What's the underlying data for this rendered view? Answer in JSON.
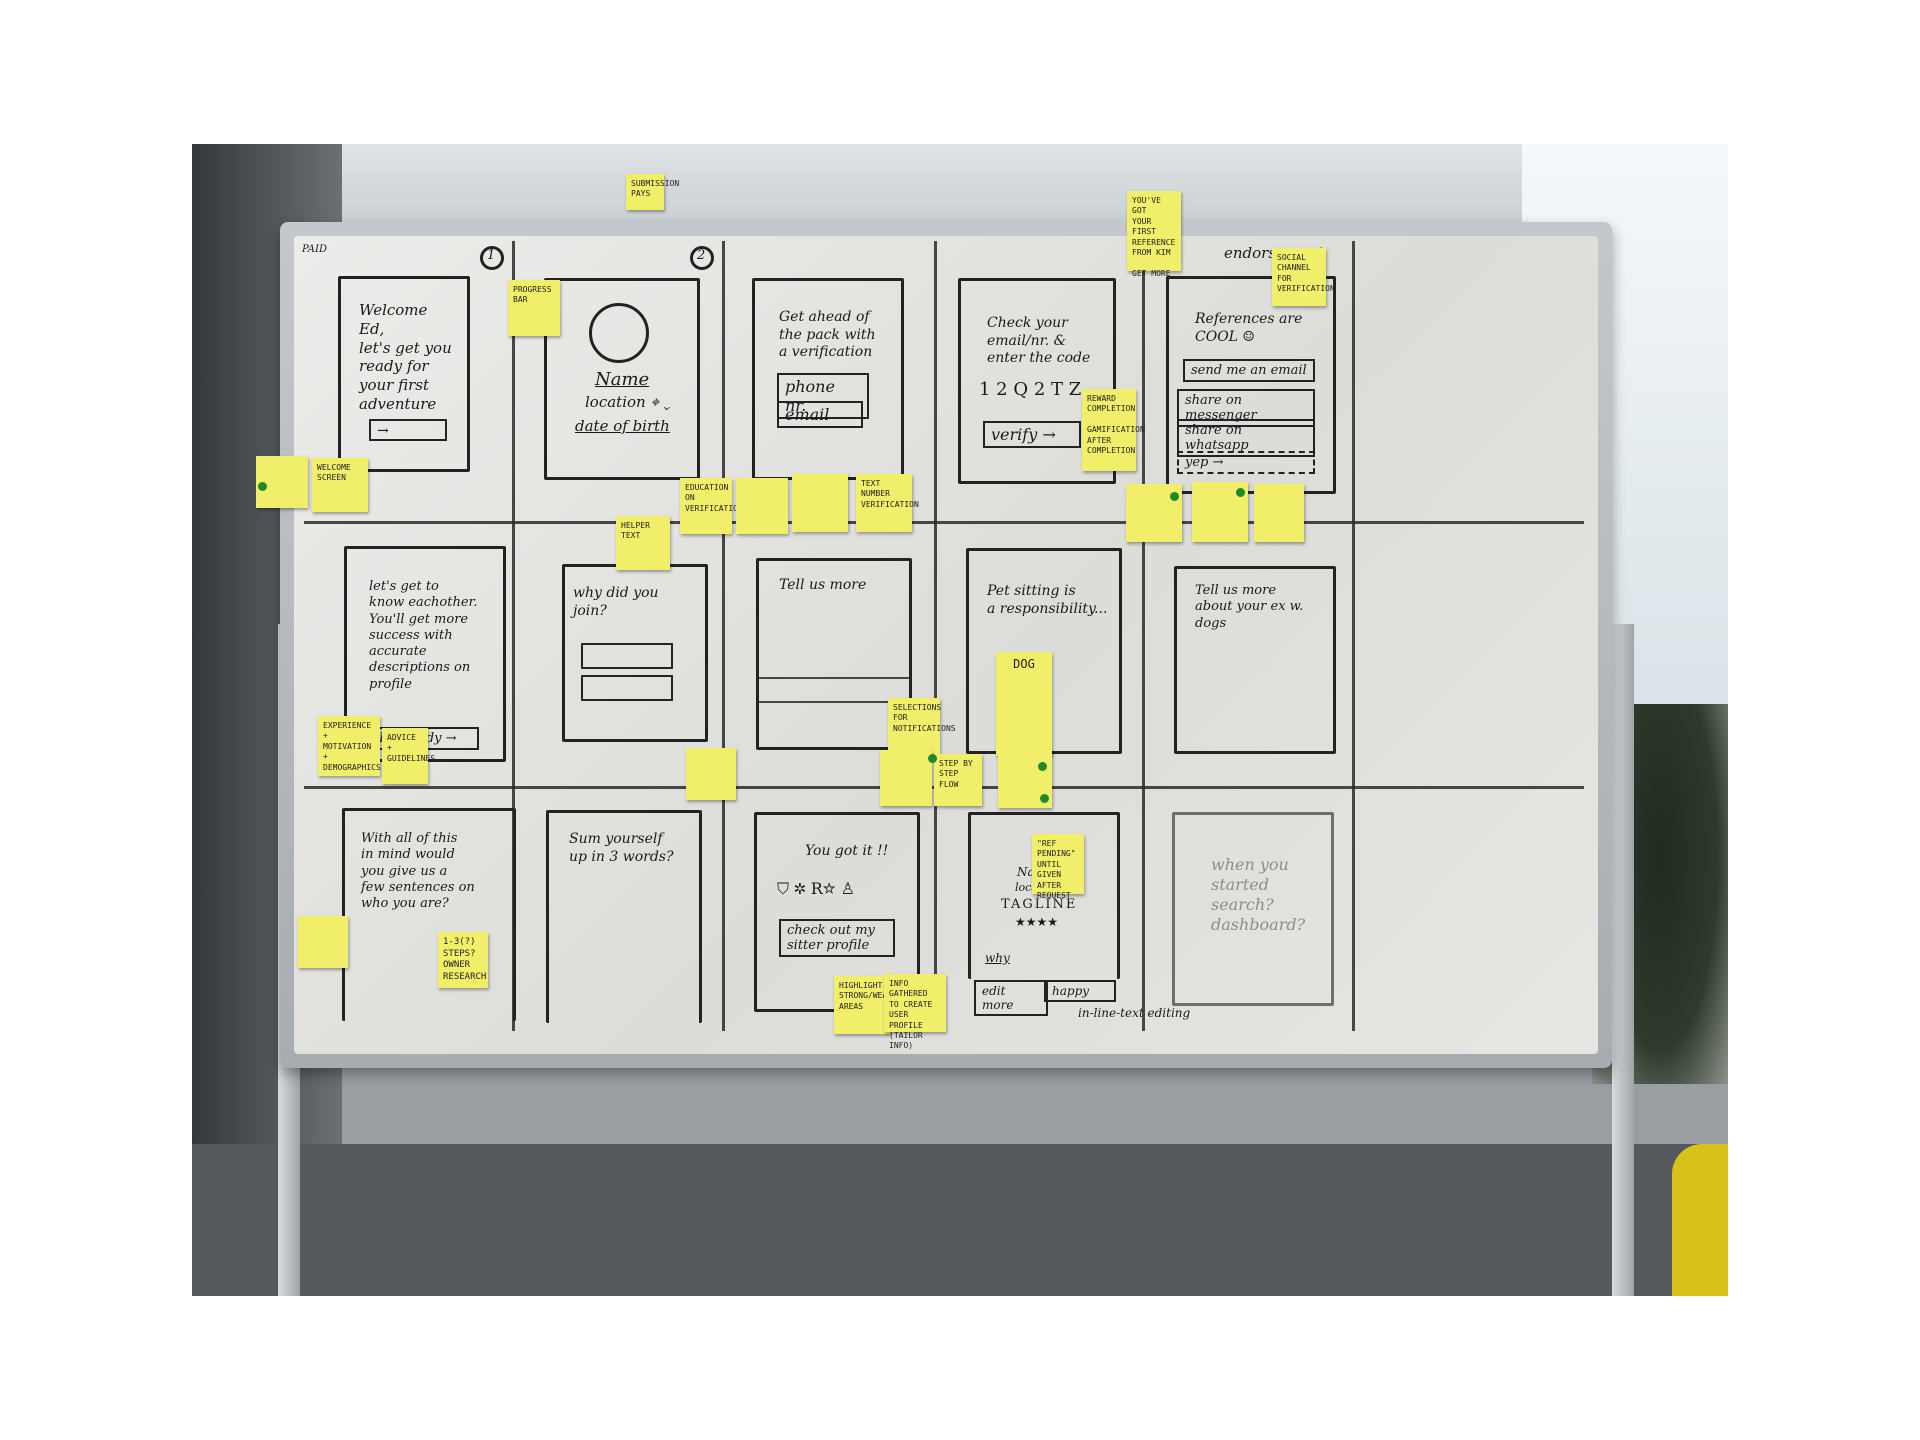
{
  "board": {
    "screen_1": {
      "number": "1",
      "corner_label": "PAID",
      "welcome": "Welcome\nEd,\nlet's get you\nready for\nyour first\nadventure",
      "arrow": "→"
    },
    "screen_2": {
      "number": "2",
      "name": "Name",
      "location": "location ⌖ ⌄",
      "dob": "date of birth"
    },
    "screen_3": {
      "heading": "Get ahead of\nthe pack with\na verification",
      "phone": "phone nr.",
      "email": "email"
    },
    "screen_4": {
      "heading": "Check your\nemail/nr. &\nenter the code",
      "code": "1 2 Q 2 T Z",
      "verify": "verify →"
    },
    "screen_5": {
      "endorsement": "endorsement",
      "heading": "References are\nCOOL ☺",
      "btn_email": "send me an email",
      "btn_messenger": "share on messenger",
      "btn_whatsapp": "share on whatsapp",
      "btn_yep": "yep →"
    },
    "screen_6": {
      "text": "let's get to\nknow eachother.\nYou'll get more\nsuccess with\naccurate\ndescriptions on\nprofile",
      "btn": "I'm ready →"
    },
    "screen_7": {
      "question": "why did you\njoin?"
    },
    "screen_8": {
      "heading": "Tell us more"
    },
    "screen_9": {
      "heading": "Pet sitting is\na responsibility..."
    },
    "screen_10": {
      "heading": "Tell us more\nabout your ex w.\ndogs"
    },
    "screen_11": {
      "text": "With all of this\nin mind would\nyou give us a\nfew sentences on\nwho you are?"
    },
    "screen_12": {
      "text": "Sum yourself\nup in 3 words?"
    },
    "screen_13": {
      "heading": "You got it !!",
      "icons": "⛉ ✲ R☆ ♙",
      "btn": "check out my\nsitter profile"
    },
    "screen_14": {
      "name": "Name",
      "location": "location",
      "tagline": "TAGLINE",
      "stars": "★★★★",
      "why": "why",
      "edit_more": "edit more",
      "happy": "happy",
      "inline": "in-line-text editing"
    },
    "screen_15": {
      "text": "when you\nstarted\nsearch?\ndashboard?"
    }
  },
  "notes": {
    "top": "SUBMISSION\nPAYS",
    "progress": "PROGRESS\nBAR",
    "first_ref": "You've got\nyour first\nreference\nfrom Kim\n\nGet more",
    "social": "SOCIAL\nCHANNEL\nFOR VERIFICATION",
    "reward": "REWARD\nCOMPLETION\n\nGAMIFICATION\nAFTER\nCOMPLETION",
    "welcome": "WELCOME\nSCREEN",
    "education": "EDUCATION\nON\nVERIFICATION",
    "text_number": "TEXT NUMBER\nVERIFICATION",
    "helper": "HELPER\nTEXT",
    "selections": "SELECTIONS\nFOR\nNOTIFICATIONS",
    "dog": "dog",
    "experience": "Experience\n+\nmotivation\n+\nDemographics",
    "advice": "Advice\n+\nGuidelines",
    "steps": "1-3(?)\nsteps?\nOwner\nresearch",
    "ref_pending": "\"REF\nPENDING\"\nuntil given\nafter request",
    "highlight": "HIGHLIGHT\nSTRONG/WEAK\nAREAS",
    "info_gathered": "INFO GATHERED\nTO CREATE\nUSER PROFILE\n(TAILOR INFO)",
    "step_by_step": "Step by step\nflow"
  }
}
